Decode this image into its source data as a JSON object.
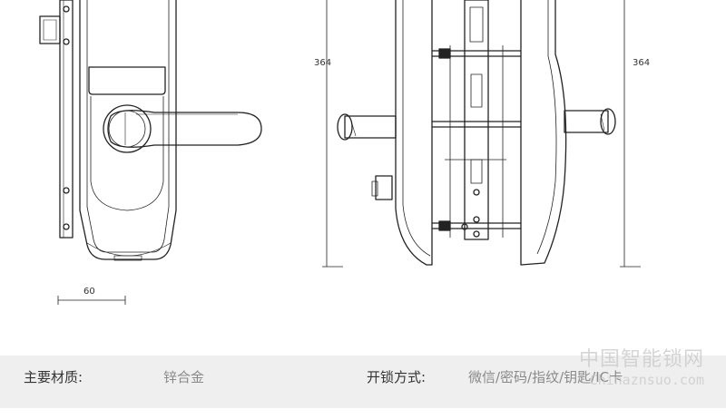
{
  "diagram": {
    "dim_width_front": "60",
    "dim_height_side": "364",
    "dim_height_back": "364"
  },
  "specs": [
    {
      "label": "主要材质:",
      "value": "锌合金"
    },
    {
      "label": "开锁方式:",
      "value": "微信/密码/指纹/钥匙/IC卡"
    }
  ],
  "watermark": {
    "text": "中国智能锁网",
    "url": "Chinaznsuo.com"
  }
}
